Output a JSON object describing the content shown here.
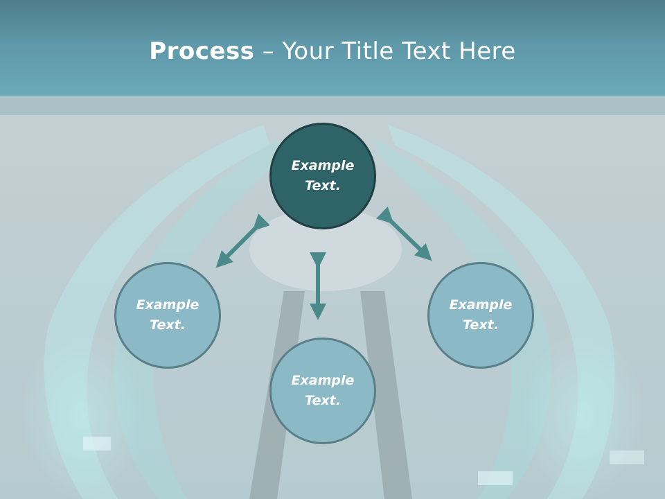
{
  "slide": {
    "title_bold": "Process",
    "title_rest": " – Your Title Text Here"
  },
  "nodes": {
    "top": "Example Text.",
    "left": "Example Text.",
    "right": "Example Text.",
    "bottom": "Example Text."
  },
  "colors": {
    "header": "#5f98a8",
    "node_dark": "#2e6367",
    "node_light": "#8bbac6",
    "arrow": "#4a8a8a"
  }
}
